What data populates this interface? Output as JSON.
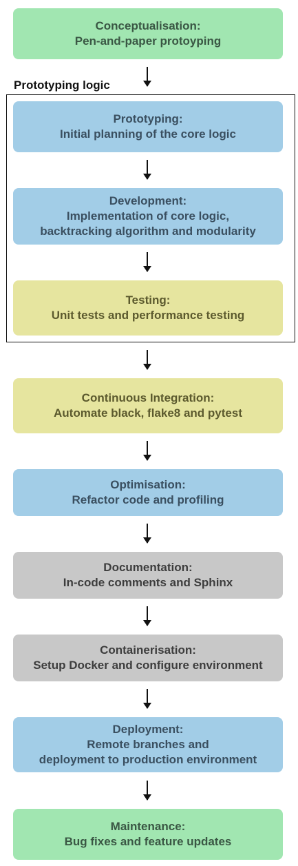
{
  "group": {
    "label": "Prototyping logic"
  },
  "steps": [
    {
      "title": "Conceptualisation:",
      "lines": [
        "Pen-and-paper protoyping"
      ],
      "color": "green"
    },
    {
      "title": "Prototyping:",
      "lines": [
        "Initial planning of the core logic"
      ],
      "color": "blue"
    },
    {
      "title": "Development:",
      "lines": [
        "Implementation of core logic,",
        "backtracking algorithm and modularity"
      ],
      "color": "blue"
    },
    {
      "title": "Testing:",
      "lines": [
        "Unit tests and performance testing"
      ],
      "color": "yellow"
    },
    {
      "title": "Continuous Integration:",
      "lines": [
        "Automate black, flake8 and pytest"
      ],
      "color": "yellow"
    },
    {
      "title": "Optimisation:",
      "lines": [
        "Refactor code and profiling"
      ],
      "color": "blue"
    },
    {
      "title": "Documentation:",
      "lines": [
        "In-code comments and Sphinx"
      ],
      "color": "gray"
    },
    {
      "title": "Containerisation:",
      "lines": [
        "Setup Docker and configure environment"
      ],
      "color": "gray"
    },
    {
      "title": "Deployment:",
      "lines": [
        "Remote branches and",
        "deployment to production environment"
      ],
      "color": "blue"
    },
    {
      "title": "Maintenance:",
      "lines": [
        "Bug fixes and feature updates"
      ],
      "color": "green"
    }
  ],
  "colors": {
    "green": "#a1e6b1",
    "blue": "#a2cde7",
    "yellow": "#e6e59f",
    "gray": "#c8c8c8"
  }
}
